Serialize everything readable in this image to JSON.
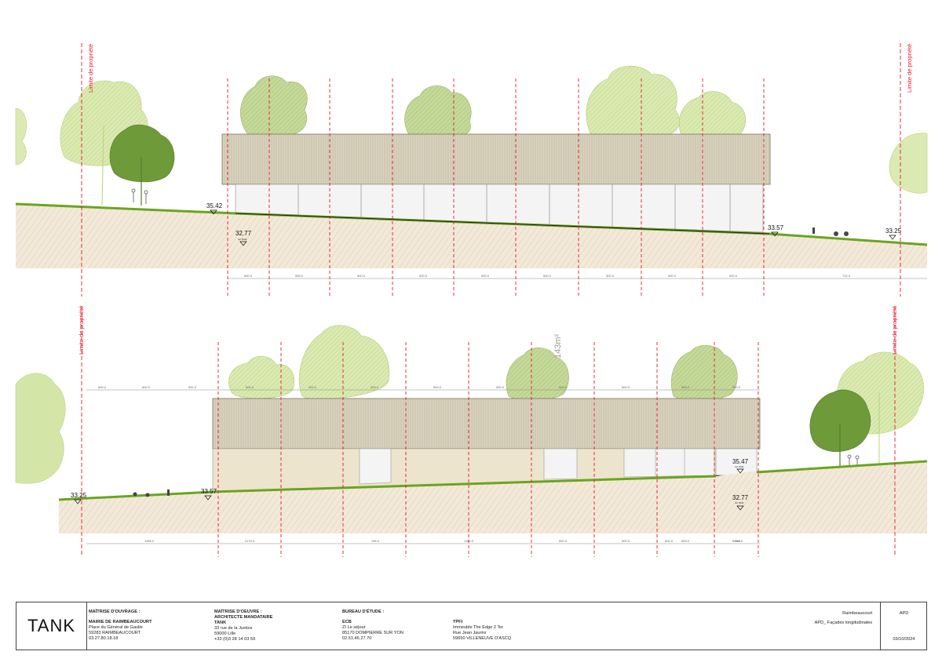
{
  "sheet": {
    "property_limit_label": "Limite de propriété",
    "area_label": "143m²"
  },
  "elevation_top": {
    "levels": {
      "left": "35.42",
      "ground_ref": "32.77",
      "mid": "33.57",
      "right": "33.25"
    },
    "level_small_label": "ref. NGF",
    "dims": [
      "500.0",
      "595.0",
      "500.0",
      "500.0",
      "500.0",
      "500.0",
      "500.0",
      "500.0",
      "500.0",
      "712.0"
    ]
  },
  "elevation_bottom": {
    "levels": {
      "left": "33.25",
      "mid": "33.57",
      "right": "35.47",
      "ground_ref": "32.77"
    },
    "level_small_label": "ref. NGF",
    "top_dims": [
      "500.0",
      "500.0",
      "500.0",
      "500.0",
      "500.0",
      "500.0",
      "500.0",
      "500.0",
      "500.0",
      "500.0",
      "500.0",
      "500.0"
    ],
    "bottom_dims": [
      "1158.0",
      "2175.0",
      "195.0",
      "1152.0",
      "500.0",
      "500.0",
      "500.0",
      "500.0",
      "500.0",
      "148.0"
    ]
  },
  "title_block": {
    "brand": "TANK",
    "owner": {
      "title": "MAÎTRISE D'OUVRAGE :",
      "name": "MAIRIE DE RAIMBEAUCOURT",
      "line1": "Place du Général de Gaulle",
      "line2": "59283 RAIMBEAUCOURT",
      "phone": "03.27.80.18.18"
    },
    "architect": {
      "title": "MAÎTRISE D'OEUVRE :",
      "role": "ARCHITECTE MANDATAIRE",
      "name": "TANK",
      "line1": "33 rue de la Justice",
      "line2": "59000 Lille",
      "phone": "+33 (0)3 28 14 03 59"
    },
    "bureau": {
      "title": "BUREAU D'ÉTUDE :",
      "ecb": {
        "name": "ECB",
        "line1": "ZI Le séjour",
        "line2": "85170 DOMPIERRE SUR YON",
        "phone": "02.51.46.27.70"
      },
      "tpfi": {
        "name": "TPFI",
        "line1": "Immeuble The Edge 2 Ter",
        "line2": "Rue Jean Jaurès",
        "line3": "59650 VILLENEUVE D'ASCQ"
      }
    },
    "project": "Raimbeaucourt",
    "sheet_title": "APD_ Façades longitudinales",
    "phase": "APD",
    "date": "03/10/2024"
  },
  "colors": {
    "roof": "#d9d3bf",
    "glass": "#f2f2f2",
    "wall": "#ece4cc",
    "ground": "#efe3d0",
    "grass": "#8dc63f",
    "tree_light": "#d3e6a8",
    "tree_dark": "#6f9a3a",
    "axis_red": "#e8192c"
  }
}
